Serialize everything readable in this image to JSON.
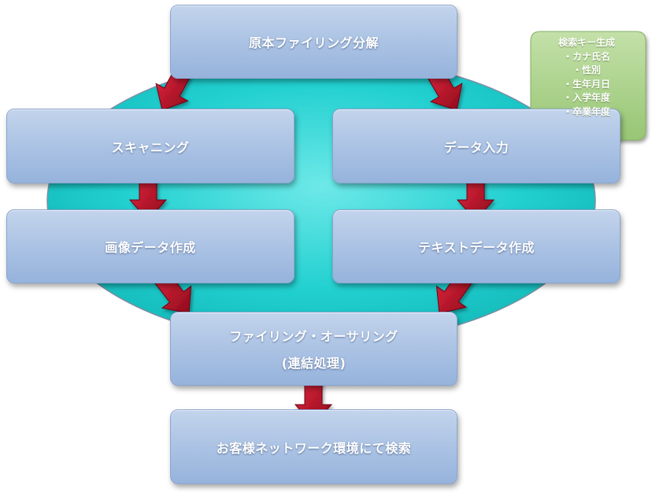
{
  "colors": {
    "ellipse": "#1fcfcf",
    "box": "#a9c1e3",
    "arrow": "#c0112a",
    "callout": "#a8cf88",
    "text": "#ffffff"
  },
  "boxes": {
    "source": "原本ファイリング分解",
    "scanning": "スキャニング",
    "data_entry": "データ入力",
    "image_data": "画像データ作成",
    "text_data": "テキストデータ作成",
    "filing_line1": "ファイリング・オーサリング",
    "filing_line2": "(連結処理)",
    "search": "お客様ネットワーク環境にて検索"
  },
  "callout": {
    "title": "検索キー生成",
    "items": [
      "・カナ氏名",
      "・性別",
      "・生年月日",
      "・入学年度",
      "・卒業年度"
    ]
  }
}
